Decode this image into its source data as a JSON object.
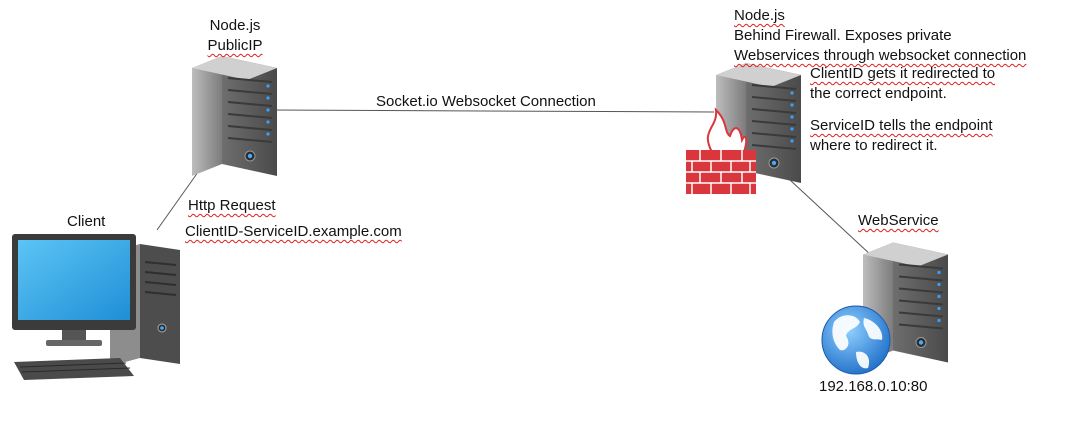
{
  "public_server": {
    "title": "Node.js",
    "subtitle": "PublicIP"
  },
  "connection": {
    "label": "Socket.io Websocket Connection"
  },
  "private_server": {
    "title": "Node.js",
    "line1": "Behind Firewall. Exposes private",
    "line2": "Webservices through websocket connection",
    "note1_line1": "ClientID gets it redirected to",
    "note1_line2": "the correct endpoint.",
    "note2_line1": "ServiceID tells the endpoint",
    "note2_line2": "where to redirect it."
  },
  "client": {
    "label": "Client",
    "request_label": "Http Request",
    "request_host": "ClientID-ServiceID.example.com"
  },
  "webservice": {
    "label": "WebService",
    "address": "192.168.0.10:80"
  },
  "colors": {
    "server_body": "#8a8a8a",
    "server_face": "#5c5c5c",
    "screen": "#35a7e8",
    "firewall": "#d9363e",
    "globe": "#2e86d8",
    "line": "#555555"
  }
}
